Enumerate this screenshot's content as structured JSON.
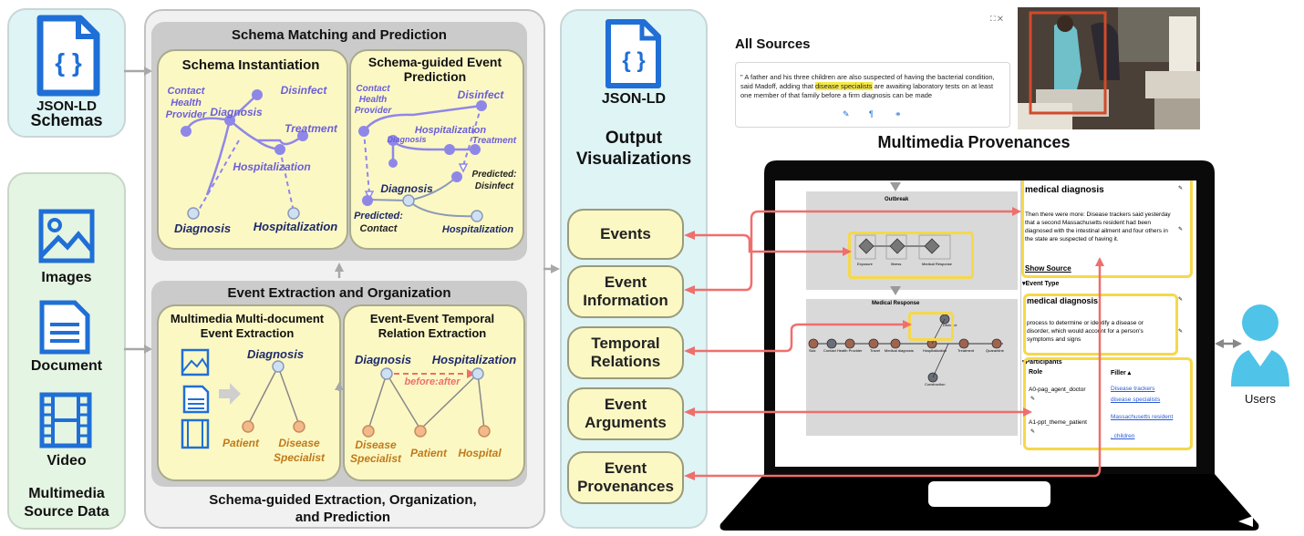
{
  "left": {
    "schemas_line1": "JSON-LD",
    "schemas_line2": "Schemas",
    "images": "Images",
    "document": "Document",
    "video": "Video",
    "source_line1": "Multimedia",
    "source_line2": "Source Data"
  },
  "matching": {
    "title": "Schema Matching and Prediction",
    "instantiation": {
      "title": "Schema Instantiation",
      "contact": "Contact Health Provider",
      "diagnosis": "Diagnosis",
      "disinfect": "Disinfect",
      "treatment": "Treatment",
      "hospitalization": "Hospitalization",
      "bottom_diagnosis": "Diagnosis",
      "bottom_hospitalization": "Hospitalization"
    },
    "guided": {
      "title_line1": "Schema-guided Event",
      "title_line2": "Prediction",
      "contact": "Contact Health Provider",
      "disinfect": "Disinfect",
      "hospitalization": "Hospitalization",
      "diagnosis_small": "Diagnosis",
      "treatment": "Treatment",
      "predicted_disinfect_1": "Predicted:",
      "predicted_disinfect_2": "Disinfect",
      "diagnosis": "Diagnosis",
      "predicted_contact_1": "Predicted:",
      "predicted_contact_2": "Contact",
      "bottom_hospitalization": "Hospitalization"
    }
  },
  "extraction": {
    "title": "Event Extraction and Organization",
    "mm": {
      "title_line1": "Multimedia Multi-document",
      "title_line2": "Event Extraction",
      "diagnosis": "Diagnosis",
      "patient": "Patient",
      "specialist_1": "Disease",
      "specialist_2": "Specialist"
    },
    "temporal": {
      "title_line1": "Event-Event Temporal",
      "title_line2": "Relation Extraction",
      "diagnosis": "Diagnosis",
      "hospitalization": "Hospitalization",
      "before_after": "before:after",
      "specialist_1": "Disease",
      "specialist_2": "Specialist",
      "patient": "Patient",
      "hospital": "Hospital"
    },
    "footer_line1": "Schema-guided Extraction, Organization,",
    "footer_line2": "and Prediction"
  },
  "output": {
    "jsonld": "JSON-LD",
    "title_line1": "Output",
    "title_line2": "Visualizations",
    "items": [
      {
        "line1": "Events",
        "line2": ""
      },
      {
        "line1": "Event",
        "line2": "Information"
      },
      {
        "line1": "Temporal",
        "line2": "Relations"
      },
      {
        "line1": "Event",
        "line2": "Arguments"
      },
      {
        "line1": "Event",
        "line2": "Provenances"
      }
    ]
  },
  "provenance": {
    "all_sources": "All Sources",
    "quote_pre": "\" A father and his three children are also suspected of having the bacterial condition, said Madoff, adding that ",
    "quote_highlight": "disease specialists",
    "quote_post": " are awaiting laboratory tests on at least one member of that family before a firm diagnosis can be made",
    "title": "Multimedia Provenances"
  },
  "screen": {
    "outbreak": "Outbreak",
    "nodes_top": [
      "Exposure",
      "Illness",
      "Medical Response"
    ],
    "medical_response": "Medical Response",
    "nodes_bottom": [
      "Sick",
      "Contact Health Provider",
      "Travel",
      "Medical diagnosis",
      "Hospitalization",
      "Treatment",
      "Quarantine"
    ],
    "construction": "Construction",
    "disinfect": "Disinfect",
    "info_title": "medical diagnosis",
    "info_text": "Then there were more: Disease trackers said yesterday that a second Massachusetts resident had been diagnosed with the intestinal ailment and four others in the state are suspected of having it.",
    "show_source": "Show Source",
    "event_type_header": "▾Event Type",
    "type_title": "medical diagnosis",
    "type_text": "process to determine or identify a disease or disorder, which would account for a person's symptoms and signs",
    "participants_header": "▾Participants",
    "role_header": "Role",
    "filler_header": "Filler ▴",
    "roles": [
      {
        "role": "A0-pag_agent_doctor",
        "fillers": [
          "Disease trackers",
          "disease specialists"
        ]
      },
      {
        "role": "A1-ppt_theme_patient",
        "fillers": [
          "Massachusetts resident",
          ", children"
        ]
      }
    ]
  },
  "users": "Users",
  "colors": {
    "accent_red": "#ee6f6c",
    "highlight_yellow": "#f6d84a",
    "node_purple": "#8f87e8",
    "node_orange": "#f2b98a",
    "node_blue": "#cfe0f5"
  }
}
